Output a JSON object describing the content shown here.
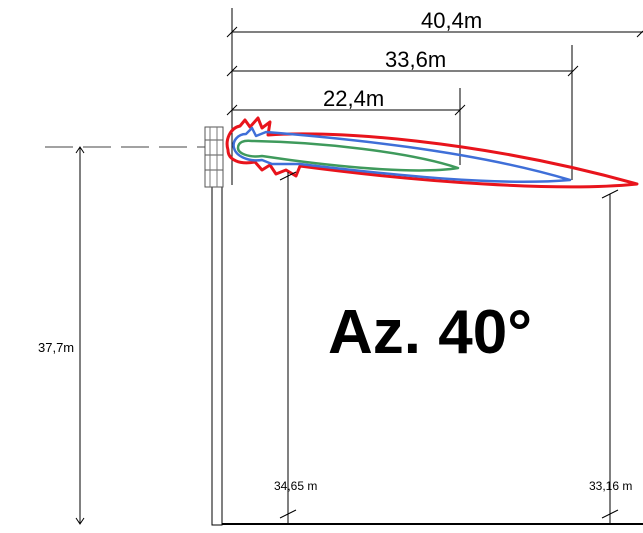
{
  "dimensions": {
    "top_length": "40,4m",
    "mid_length": "33,6m",
    "short_length": "22,4m",
    "mast_height": "37,7m",
    "drop_a": "34,65 m",
    "drop_b": "33,16 m"
  },
  "azimuth_label": "Az. 40°",
  "colors": {
    "beam_outer": "#e8141c",
    "beam_mid": "#3f6fd8",
    "beam_inner": "#3f9a5c",
    "lines": "#000000"
  }
}
